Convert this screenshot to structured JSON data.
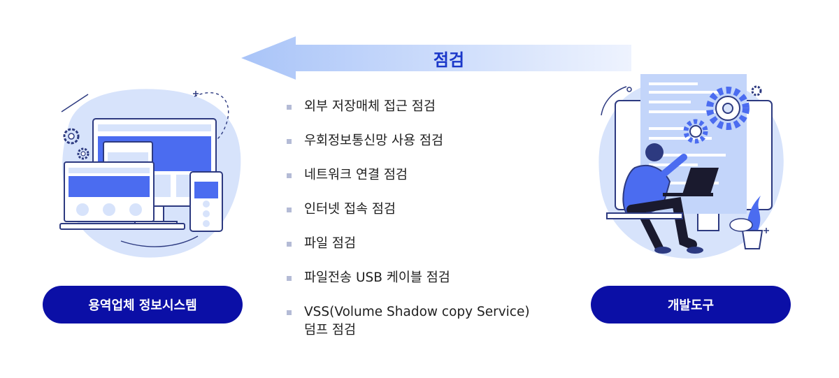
{
  "arrow": {
    "label": "점검"
  },
  "left_node": {
    "label": "용역업체 정보시스템",
    "icon": "devices-icon"
  },
  "right_node": {
    "label": "개발도구",
    "icon": "developer-icon"
  },
  "checklist": [
    {
      "lines": [
        "외부 저장매체 접근 점검"
      ]
    },
    {
      "lines": [
        "우회정보통신망 사용 점검"
      ]
    },
    {
      "lines": [
        "네트워크 연결 점검"
      ]
    },
    {
      "lines": [
        "인터넷 접속 점검"
      ]
    },
    {
      "lines": [
        "파일 점검"
      ]
    },
    {
      "lines": [
        "파일전송 USB 케이블 점검"
      ]
    },
    {
      "lines": [
        "VSS(Volume Shadow copy Service)",
        "덤프 점검"
      ]
    }
  ],
  "colors": {
    "accent": "#1a37c9",
    "pill": "#0b0fa6",
    "arrow_light": "#e4ecfd",
    "arrow_dark": "#a9c4f8",
    "illustration_bg": "#d7e3fb",
    "illustration_primary": "#4b6cf0"
  }
}
